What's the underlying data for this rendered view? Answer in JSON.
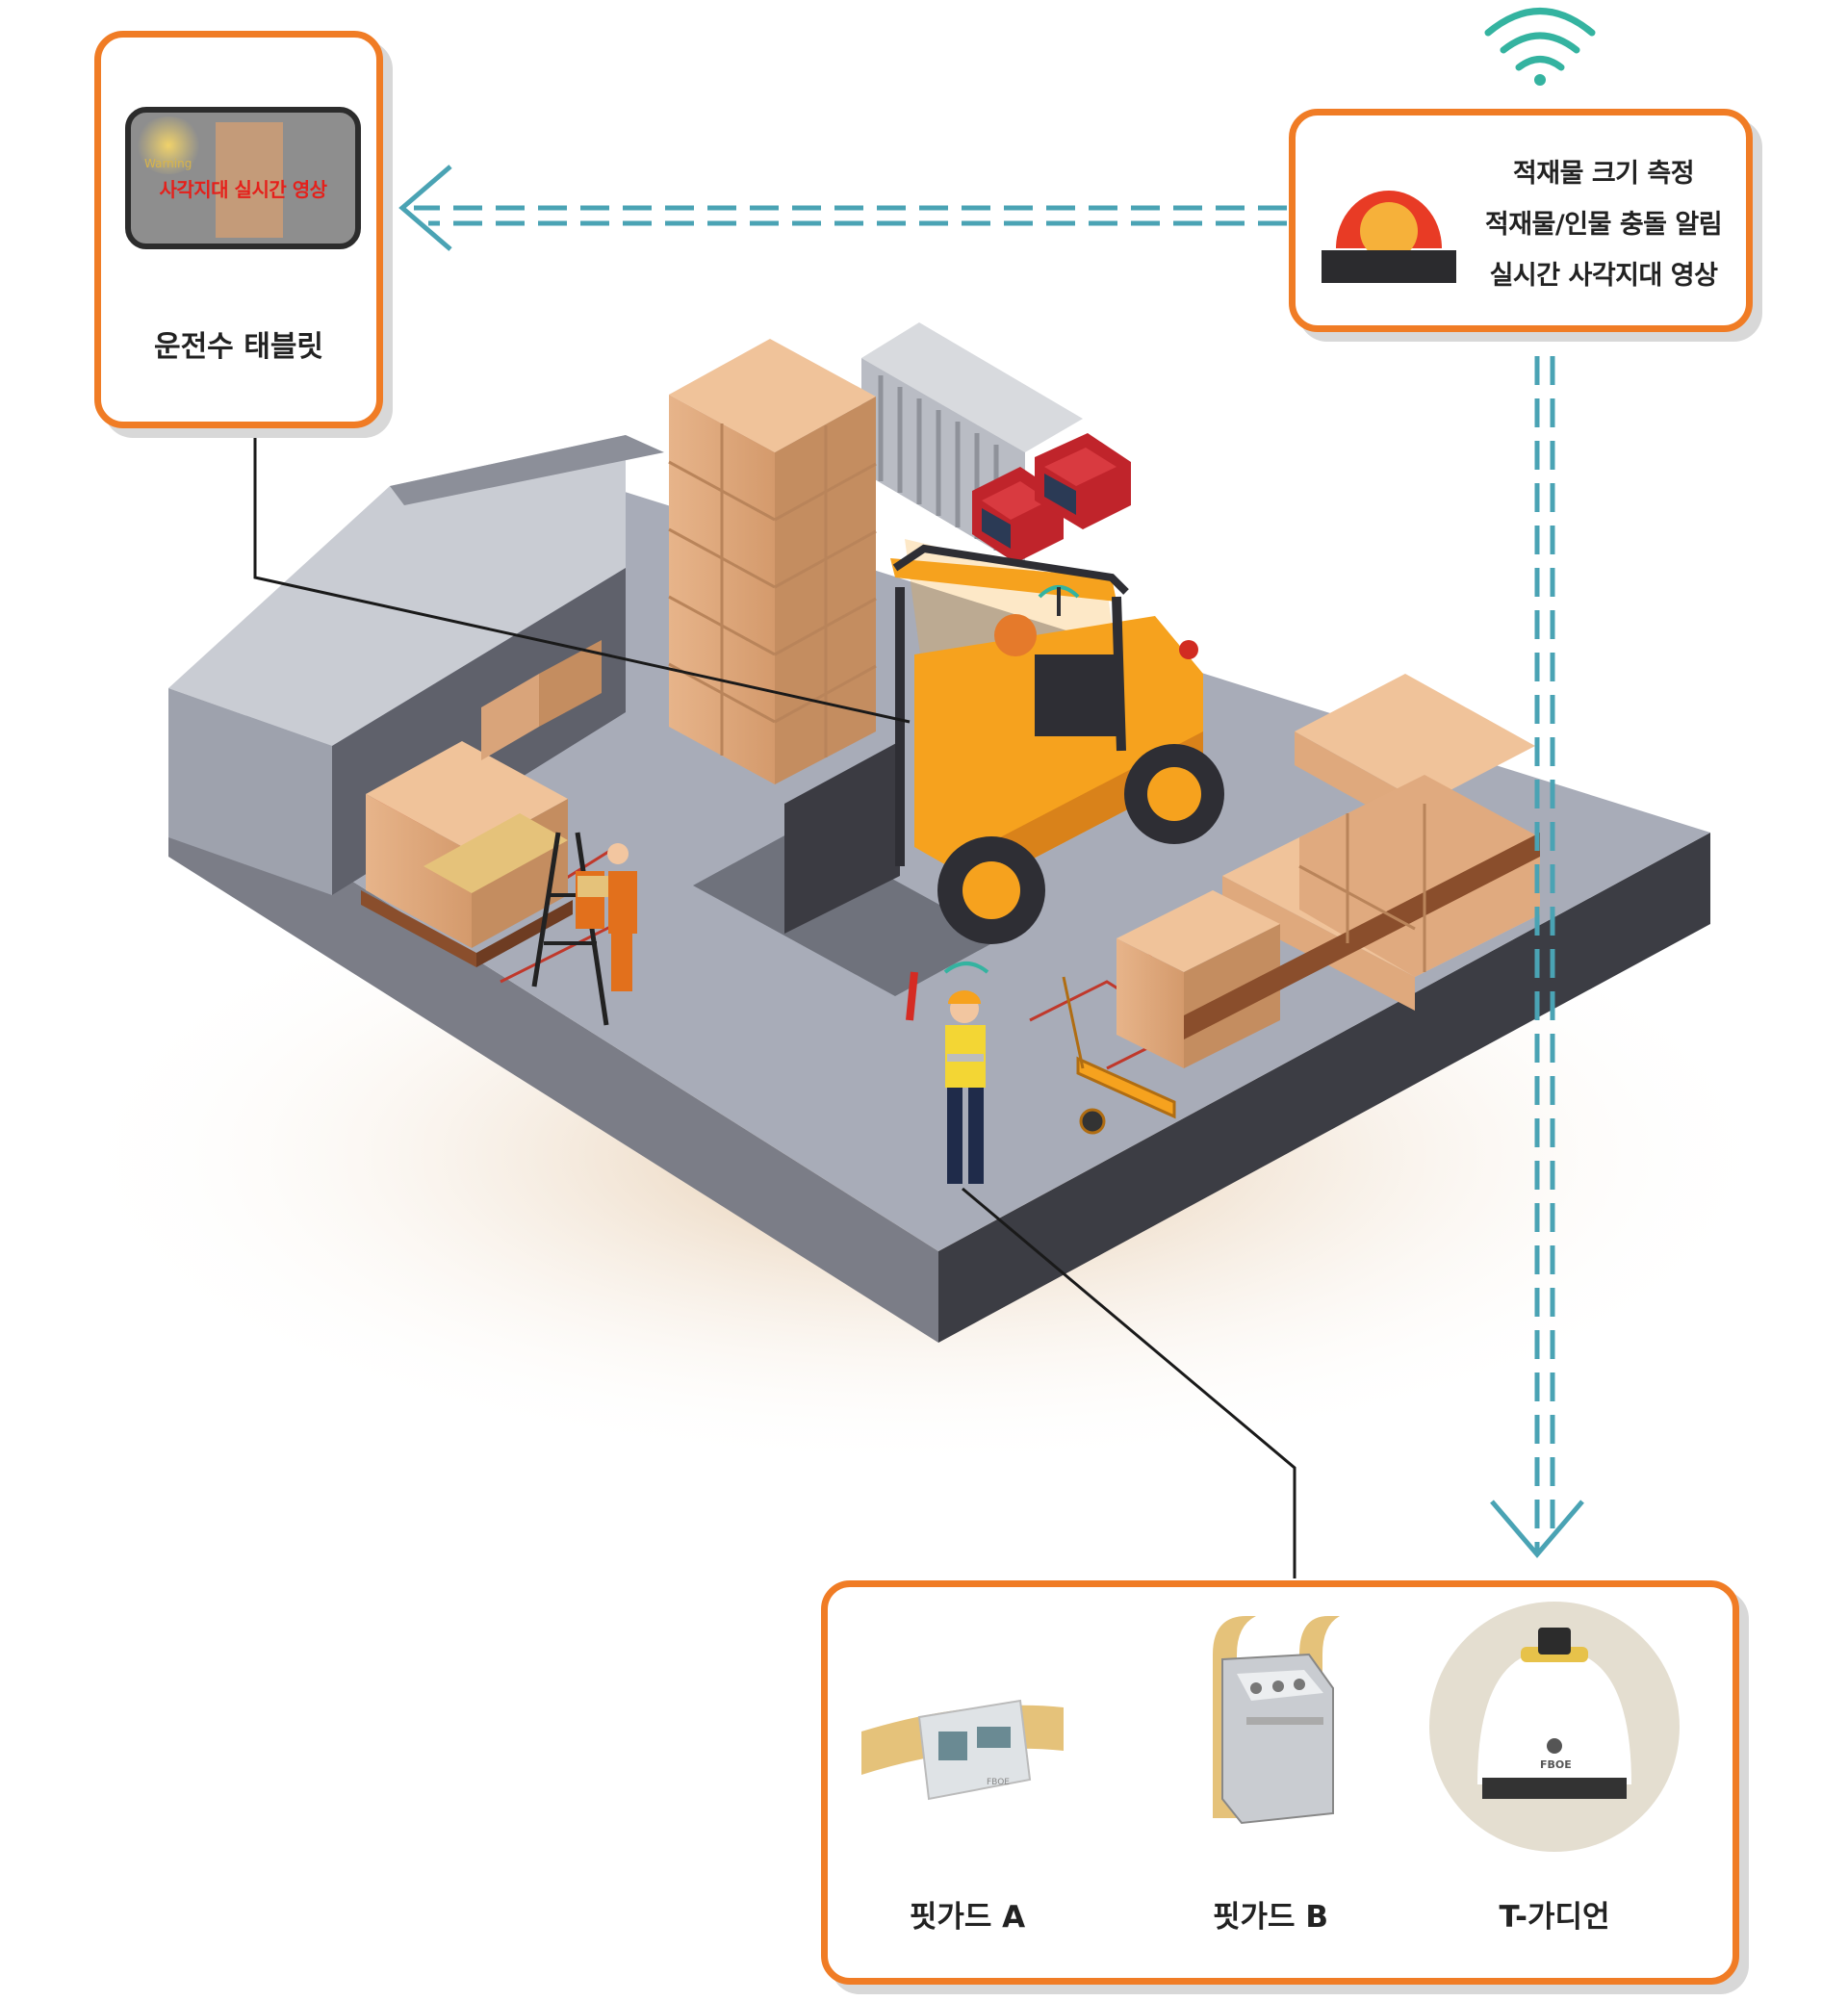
{
  "tablet": {
    "screen_label": "사각지대 실시간 영상",
    "screen_small_text": "Warning",
    "caption": "운전수 태블릿"
  },
  "sensor": {
    "lines": [
      "적재물 크기 측정",
      "적재물/인물 충돌 알림",
      "실시간 사각지대 영상"
    ]
  },
  "devices": {
    "items": [
      {
        "name": "핏가드 A",
        "logo": "FBOE"
      },
      {
        "name": "핏가드 B"
      },
      {
        "name": "T-가디언",
        "logo": "FBOE"
      }
    ]
  },
  "colors": {
    "accent_border": "#f07c25",
    "dashed_link": "#4aa3b4",
    "floor": "#a8acb8",
    "box": "#d9a47a",
    "forklift": "#f6a21e"
  }
}
